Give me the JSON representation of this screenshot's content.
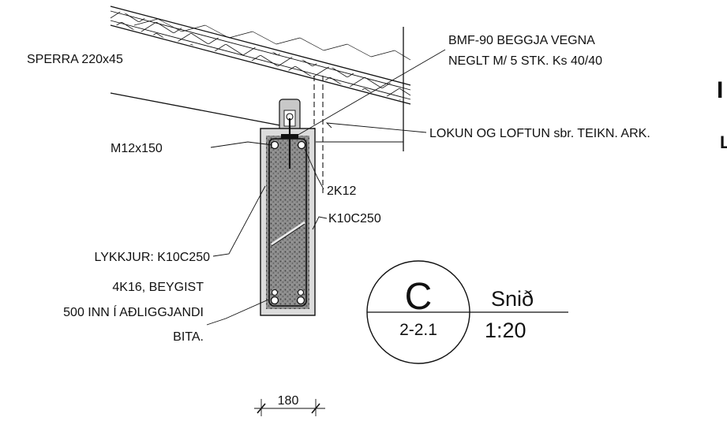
{
  "labels": {
    "rafter": "SPERRA 220x45",
    "bracket_line1": "BMF-90 BEGGJA VEGNA",
    "bracket_line2": "NEGLT M/ 5 STK. Ks 40/40",
    "closure": "LOKUN OG LOFTUN sbr. TEIKN. ARK.",
    "bolt": "M12x150",
    "top_rebar": "2K12",
    "stirrup_note": "K10C250",
    "stirrups": "LYKKJUR: K10C250",
    "bottom_rebar_line1": "4K16, BEYGIST",
    "bottom_rebar_line2": "500 INN Í AÐLIGGJANDI",
    "bottom_rebar_line3": "BITA."
  },
  "section_marker": {
    "letter": "C",
    "sheet": "2-2.1",
    "title": "Snið",
    "scale": "1:20"
  },
  "dimension": {
    "width_label": "180"
  },
  "edge_marks": {
    "top": "I",
    "bottom": "L"
  }
}
